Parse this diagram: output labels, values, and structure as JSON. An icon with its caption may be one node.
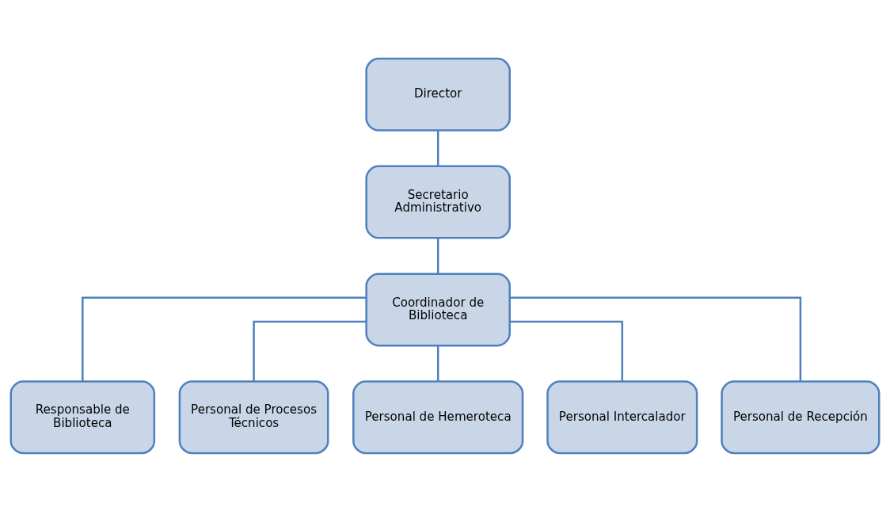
{
  "diagram": {
    "nodes": [
      {
        "text": [
          "Director"
        ]
      },
      {
        "text": [
          "Secretario Administrativo"
        ]
      },
      {
        "text": [
          "Coordinador de Biblioteca"
        ]
      },
      {
        "text": [
          "Responsable de Biblioteca"
        ]
      },
      {
        "text": [
          "Personal de Procesos Técnicos"
        ]
      },
      {
        "text": [
          "Personal de Hemeroteca"
        ]
      },
      {
        "text": [
          "Personal Intercalador"
        ]
      },
      {
        "text": [
          "Personal de Recepción"
        ]
      }
    ],
    "edges": [
      {
        "from": 0,
        "to": 1,
        "arrow": "none"
      },
      {
        "from": 1,
        "to": 2,
        "arrow": "none"
      },
      {
        "from": 2,
        "to": 3,
        "arrow": "none"
      },
      {
        "from": 2,
        "to": 4,
        "arrow": "none"
      },
      {
        "from": 2,
        "to": 5,
        "arrow": "none"
      },
      {
        "from": 2,
        "to": 6,
        "arrow": "none"
      },
      {
        "from": 2,
        "to": 7,
        "arrow": "none"
      }
    ]
  }
}
